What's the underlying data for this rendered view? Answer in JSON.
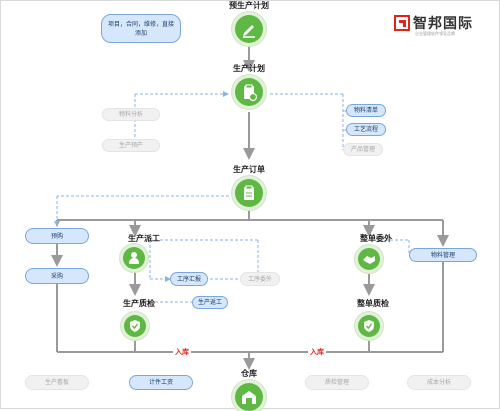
{
  "brand": {
    "name": "智邦国际",
    "tagline": "企业管理软件领导品牌",
    "color": "#e0241b"
  },
  "nodes": {
    "pre_plan": "预生产计划",
    "plan": "生产计划",
    "order": "生产订单",
    "dispatch": "生产派工",
    "outsourcing": "整单委外",
    "qc_production": "生产质检",
    "qc_outsourcing": "整单质检",
    "warehouse": "仓库"
  },
  "pills": {
    "sources": "项目，合同，维修，直接添加",
    "material_analysis": "物料分析",
    "capacity": "生产预产",
    "bom": "物料清单",
    "process_flow": "工艺流程",
    "product_mgmt": "产品管理",
    "requisition": "预购",
    "purchase": "采购",
    "work_report": "工序汇报",
    "process_outsourcing": "工序委外",
    "material_mgmt": "物料管理",
    "rework": "生产返工",
    "bottom": [
      "生产看板",
      "计件工资",
      "质检管理",
      "成本分析"
    ]
  },
  "flow_labels": {
    "in_left": "入库",
    "in_right": "入库"
  },
  "colors": {
    "node_green": "#5fb843",
    "line_gray": "#9a9a9a",
    "dashed_blue": "#8ab4e6",
    "pill_blue": "#d6e6fb",
    "pill_gray": "#f1f1f1"
  },
  "icons": {
    "pre_plan": "pencil-icon",
    "plan": "clipboard-clock-icon",
    "order": "clipboard-icon",
    "dispatch": "worker-icon",
    "outsourcing": "handshake-icon",
    "qc_production": "shield-check-icon",
    "qc_outsourcing": "shield-check-icon",
    "warehouse": "warehouse-icon"
  }
}
